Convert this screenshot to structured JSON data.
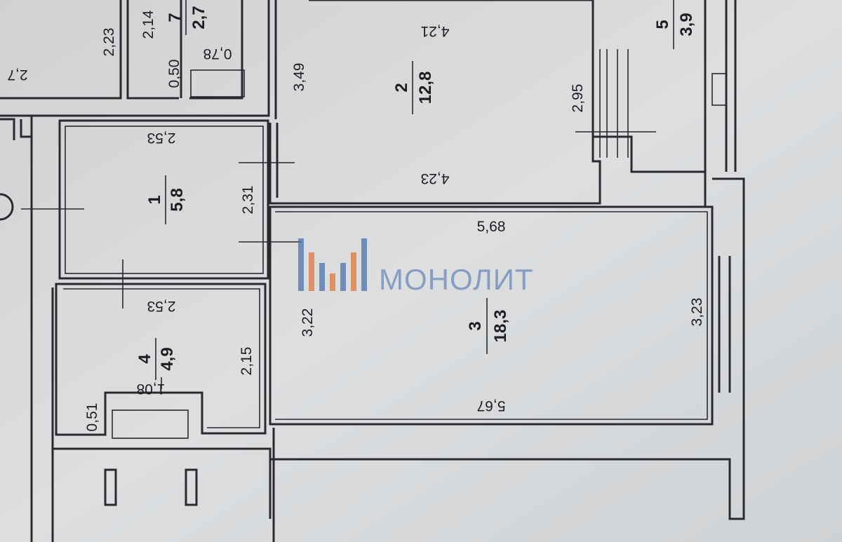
{
  "rooms": [
    {
      "number": "1",
      "area": "5,8"
    },
    {
      "number": "2",
      "area": "12,8"
    },
    {
      "number": "3",
      "area": "18,3"
    },
    {
      "number": "4",
      "area": "4,9"
    },
    {
      "number": "5",
      "area": "3,9"
    },
    {
      "number": "7",
      "area": "2,7"
    }
  ],
  "dimensions": {
    "d223": "2,23",
    "d214": "2,14",
    "d050": "0,50",
    "d078": "0,78",
    "d27x": "2,7",
    "d349": "3,49",
    "d421": "4,21",
    "d295": "2,95",
    "d423": "4,23",
    "d253a": "2,53",
    "d231": "2,31",
    "d568": "5,68",
    "d253b": "2,53",
    "d322": "3,22",
    "d215": "2,15",
    "d108": "1,08",
    "d051": "0,51",
    "d323": "3,23",
    "d567": "5,67"
  },
  "watermark": {
    "text": "МОНОЛИТ",
    "color": "#4d73ad",
    "accent": "#e07a3a"
  }
}
